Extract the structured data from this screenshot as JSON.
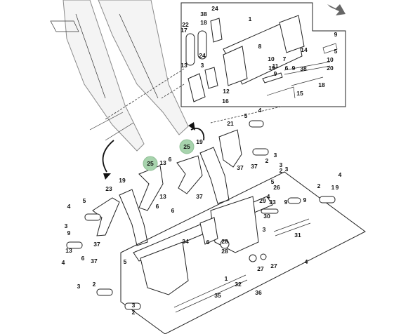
{
  "diagram": {
    "highlight_color": "#a7d3ad",
    "nav_arrow_color": "#666666",
    "inset_labels": [
      "1",
      "24",
      "38",
      "18",
      "22",
      "17",
      "8",
      "14",
      "9",
      "5",
      "10",
      "7",
      "19",
      "6",
      "9",
      "38",
      "24",
      "13",
      "3",
      "11",
      "9",
      "10",
      "20",
      "12",
      "15",
      "18",
      "16"
    ],
    "highlighted_labels": [
      "25",
      "25"
    ],
    "main_labels": [
      "5",
      "4",
      "21",
      "19",
      "13",
      "6",
      "3",
      "2",
      "37",
      "37",
      "5",
      "23",
      "19",
      "13",
      "6",
      "37",
      "3",
      "2",
      "6",
      "4",
      "3",
      "9",
      "4",
      "5",
      "13",
      "6",
      "2",
      "9",
      "26",
      "33",
      "9",
      "4",
      "9",
      "5",
      "1",
      "29",
      "3",
      "37",
      "28",
      "30",
      "4",
      "3",
      "34",
      "31",
      "6",
      "28",
      "27",
      "37",
      "27",
      "4",
      "3",
      "2",
      "32",
      "1",
      "35",
      "36",
      "3",
      "2"
    ]
  }
}
